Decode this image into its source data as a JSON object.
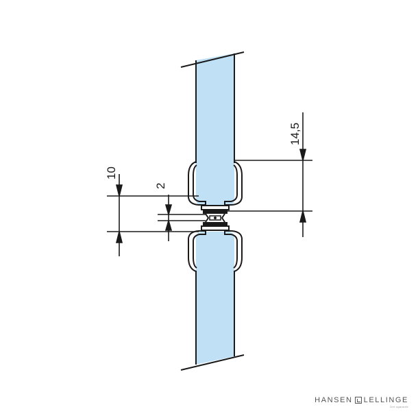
{
  "dimensions": {
    "label_10": "10",
    "label_2": "2",
    "label_14_5": "14,5"
  },
  "brand": {
    "name_left": "HANSEN",
    "name_right": "LELLINGE",
    "tagline": "Det ogarante"
  },
  "colors": {
    "glass": "#bfe0f5",
    "line": "#1a1a1a",
    "background": "#ffffff"
  },
  "icons": [
    "logo-mark-icon"
  ]
}
